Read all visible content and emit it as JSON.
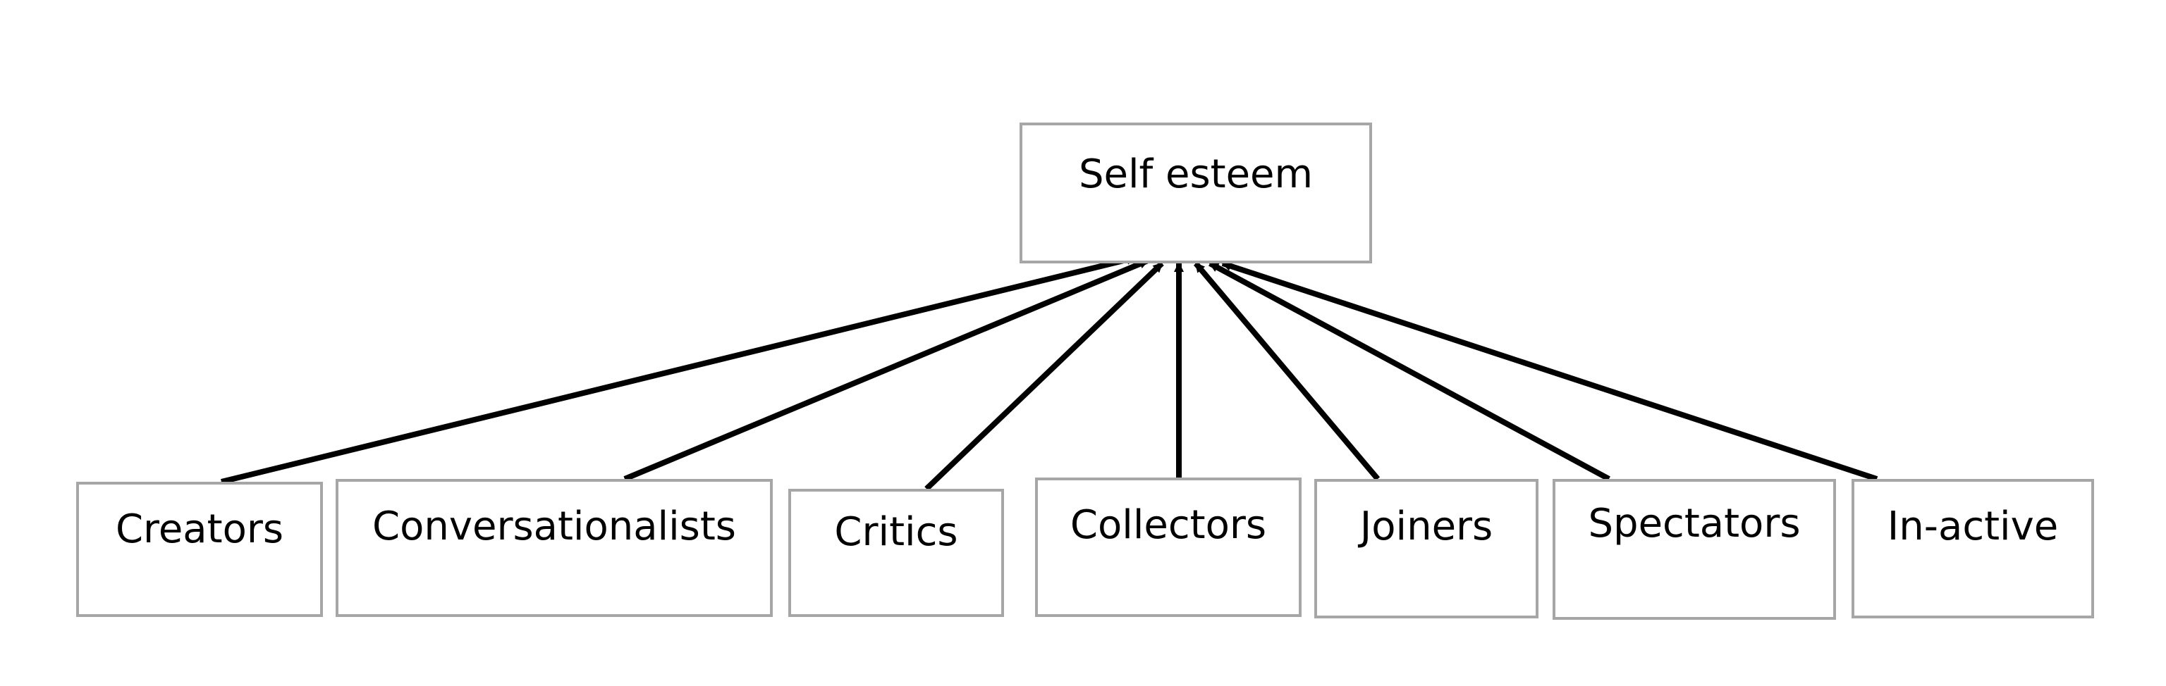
{
  "diagram": {
    "top_node": {
      "label": "Self esteem"
    },
    "bottom_nodes": [
      {
        "label": "Creators"
      },
      {
        "label": "Conversationalists"
      },
      {
        "label": "Critics"
      },
      {
        "label": "Collectors"
      },
      {
        "label": "Joiners"
      },
      {
        "label": "Spectators"
      },
      {
        "label": "In-active"
      }
    ],
    "edges": [
      {
        "from": "Creators",
        "to": "Self esteem"
      },
      {
        "from": "Conversationalists",
        "to": "Self esteem"
      },
      {
        "from": "Critics",
        "to": "Self esteem"
      },
      {
        "from": "Collectors",
        "to": "Self esteem"
      },
      {
        "from": "Joiners",
        "to": "Self esteem"
      },
      {
        "from": "Spectators",
        "to": "Self esteem"
      },
      {
        "from": "In-active",
        "to": "Self esteem"
      }
    ],
    "colors": {
      "box_border": "#a6a6a6",
      "arrow": "#000000",
      "text": "#000000",
      "background": "#ffffff"
    }
  }
}
